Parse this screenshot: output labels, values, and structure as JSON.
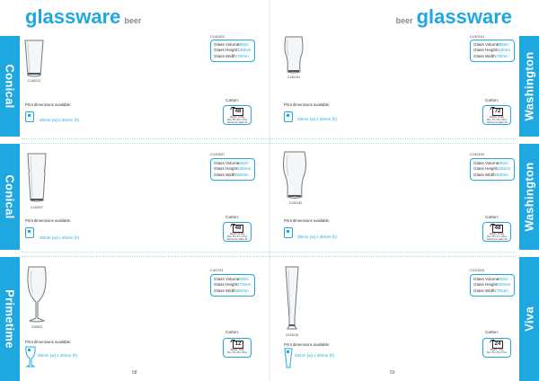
{
  "left_page": {
    "title": "glassware",
    "subtitle": "beer",
    "page_number": "58",
    "items": [
      {
        "category": "Conical",
        "glass_code": "C140012",
        "code_top": "C140012",
        "specs": [
          {
            "k": "Glass Volume:",
            "v": "285ml"
          },
          {
            "k": "Glass Height:",
            "v": "130mm"
          },
          {
            "k": "Glass Width:",
            "v": "70mm"
          }
        ],
        "print_label": "Print dimensions available:",
        "print_dims": "25mm (w) x 25mm (h)",
        "carton_label": "Carton:",
        "carton_qty": "48",
        "carton_details": [
          "Weight: 14.0kg",
          "Size: 38 x 29 x 27cm",
          "Cartons per pallet: 32"
        ]
      },
      {
        "category": "Conical",
        "glass_code": "C140007",
        "code_top": "C140007",
        "specs": [
          {
            "k": "Glass Volume:",
            "v": "425ml"
          },
          {
            "k": "Glass Height:",
            "v": "145mm"
          },
          {
            "k": "Glass Width:",
            "v": "80mm"
          }
        ],
        "print_label": "Print dimensions available:",
        "print_dims": "30mm (w) x 45mm (h)",
        "carton_label": "Carton:",
        "carton_qty": "48",
        "carton_details": [
          "Weight: 15.0kg",
          "Size: 53 x 37 x 17cm",
          "Cartons per pallet: 30"
        ]
      },
      {
        "category": "Primetime",
        "glass_code": "C00903",
        "code_top": "C44703",
        "specs": [
          {
            "k": "Glass Volume:",
            "v": "400ml"
          },
          {
            "k": "Glass Height:",
            "v": "172mm"
          },
          {
            "k": "Glass Width:",
            "v": "82mm"
          }
        ],
        "print_label": "Print dimensions available:",
        "print_dims": "35mm (w) x 40mm (h)",
        "carton_label": "Carton:",
        "carton_qty": "12",
        "carton_details": [
          "Weight: 3.5kg",
          "Size: 34 x 25 x 20cm"
        ]
      }
    ]
  },
  "right_page": {
    "title": "glassware",
    "subtitle": "beer",
    "page_number": "59",
    "items": [
      {
        "category": "Washington",
        "glass_code": "C140191",
        "code_top": "C140191",
        "specs": [
          {
            "k": "Glass Volume:",
            "v": "285ml"
          },
          {
            "k": "Glass Height:",
            "v": "110mm"
          },
          {
            "k": "Glass Width:",
            "v": "75mm"
          }
        ],
        "print_label": "Print dimensions available:",
        "print_dims": "33mm (w) x 20mm (h)",
        "carton_label": "Carton:",
        "carton_qty": "72",
        "carton_details": [
          "Weight: 15.0kg",
          "Size: 43 x 40 x 20cm",
          "Cartons per pallet: 30"
        ]
      },
      {
        "category": "Washington",
        "glass_code": "C140102",
        "code_top": "C140102",
        "specs": [
          {
            "k": "Glass Volume:",
            "v": "425ml"
          },
          {
            "k": "Glass Height:",
            "v": "125mm"
          },
          {
            "k": "Glass Width:",
            "v": "83mm"
          }
        ],
        "print_label": "Print dimensions available:",
        "print_dims": "35mm (w) x 30mm (h)",
        "carton_label": "Carton:",
        "carton_qty": "48",
        "carton_details": [
          "Weight: 15.0kg",
          "Size: 58 x 37 x 20cm",
          "Cartons per pallet: 30"
        ]
      },
      {
        "category": "Viva",
        "glass_code": "C310015",
        "code_top": "C310015",
        "specs": [
          {
            "k": "Glass Volume:",
            "v": "400ml"
          },
          {
            "k": "Glass Height:",
            "v": "240mm"
          },
          {
            "k": "Glass Width:",
            "v": "70mm"
          }
        ],
        "print_label": "Print dimensions available:",
        "print_dims": "40mm (w) x 40mm (h)",
        "carton_label": "Carton:",
        "carton_qty": "24",
        "carton_details": [
          "Weight: 7.0kg",
          "Size: 52 x 35 x 27cm"
        ]
      }
    ]
  },
  "colors": {
    "accent": "#1fa8e0",
    "divider": "#b9dbe8",
    "text": "#222222"
  }
}
